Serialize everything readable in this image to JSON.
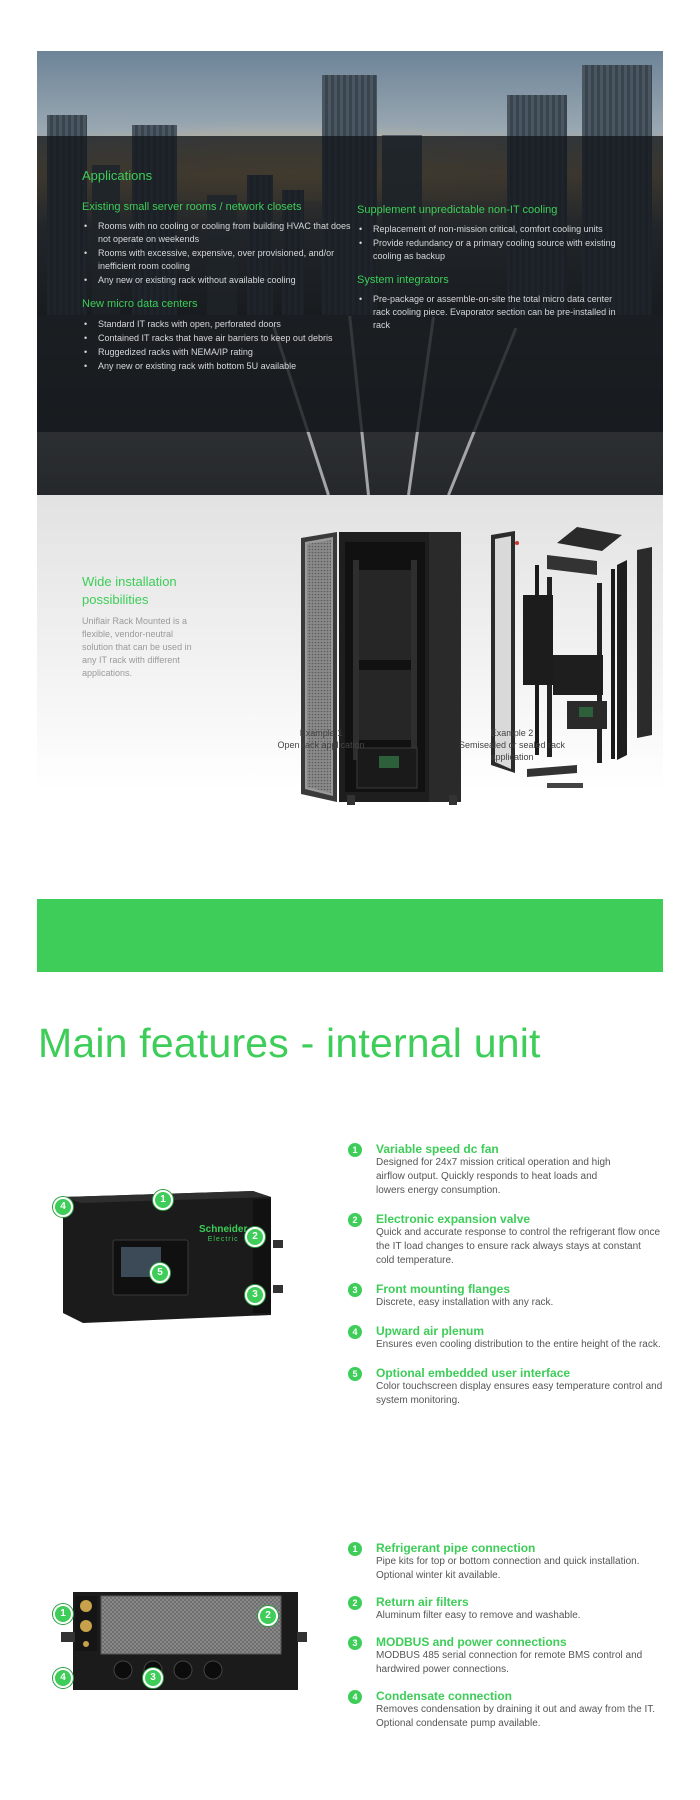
{
  "applications": {
    "title": "Applications",
    "sections_left": [
      {
        "heading": "Existing small server rooms / network closets",
        "items": [
          "Rooms with no cooling or cooling from building HVAC that does not operate on weekends",
          "Rooms with excessive, expensive, over provisioned, and/or inefficient room cooling",
          "Any new or existing rack without available cooling"
        ]
      },
      {
        "heading": "New micro data centers",
        "items": [
          "Standard IT racks with open, perforated doors",
          "Contained IT racks that have air barriers to keep out debris",
          "Ruggedized racks with NEMA/IP rating",
          "Any new or existing rack with bottom 5U available"
        ]
      }
    ],
    "sections_right": [
      {
        "heading": "Supplement unpredictable non-IT cooling",
        "items": [
          "Replacement of non-mission critical, comfort cooling units",
          "Provide redundancy or a primary cooling source with existing cooling as backup"
        ]
      },
      {
        "heading": "System integrators",
        "items": [
          "Pre-package or assemble-on-site the total micro data center rack cooling piece.  Evaporator section can be pre-installed in rack"
        ]
      }
    ]
  },
  "install": {
    "title": "Wide installation possibilities",
    "text": "Uniflair Rack Mounted is a flexible, vendor-neutral solution that can be used in any IT rack with different applications.",
    "example1": {
      "line1": "Example 1",
      "line2": "Open rack application"
    },
    "example2": {
      "line1": "Example 2",
      "line2": "Semisealed or sealed rack application"
    }
  },
  "main_features": {
    "title": "Main features - internal unit",
    "unit1_brand": "Schneider",
    "unit1_brand_sub": "Electric",
    "group1": [
      {
        "num": "1",
        "title": "Variable speed dc fan",
        "desc": "Designed for 24x7 mission critical operation and high airflow output. Quickly responds to heat loads and lowers energy consumption."
      },
      {
        "num": "2",
        "title": "Electronic expansion valve",
        "desc": "Quick and accurate response to control the refrigerant flow once the IT load changes to ensure rack always stays at constant cold temperature."
      },
      {
        "num": "3",
        "title": "Front mounting flanges",
        "desc": "Discrete, easy installation with any rack."
      },
      {
        "num": "4",
        "title": "Upward air plenum",
        "desc": "Ensures even cooling distribution to the entire height of  the rack."
      },
      {
        "num": "5",
        "title": "Optional embedded user interface",
        "desc": "Color touchscreen display ensures easy temperature control and system monitoring."
      }
    ],
    "group2": [
      {
        "num": "1",
        "title": "Refrigerant pipe connection",
        "desc": "Pipe kits for top or bottom connection and quick installation. Optional winter kit available."
      },
      {
        "num": "2",
        "title": "Return air filters",
        "desc": "Aluminum filter easy to remove and washable."
      },
      {
        "num": "3",
        "title": "MODBUS and power connections",
        "desc": "MODBUS 485 serial connection for remote BMS control and hardwired power connections."
      },
      {
        "num": "4",
        "title": "Condensate connection",
        "desc": "Removes condensation by draining it out and away from the IT. Optional condensate pump available."
      }
    ],
    "callouts1": [
      "1",
      "2",
      "3",
      "4",
      "5"
    ],
    "callouts2": [
      "1",
      "2",
      "3",
      "4"
    ]
  },
  "colors": {
    "accent": "#3dcd58",
    "text": "#555555"
  }
}
